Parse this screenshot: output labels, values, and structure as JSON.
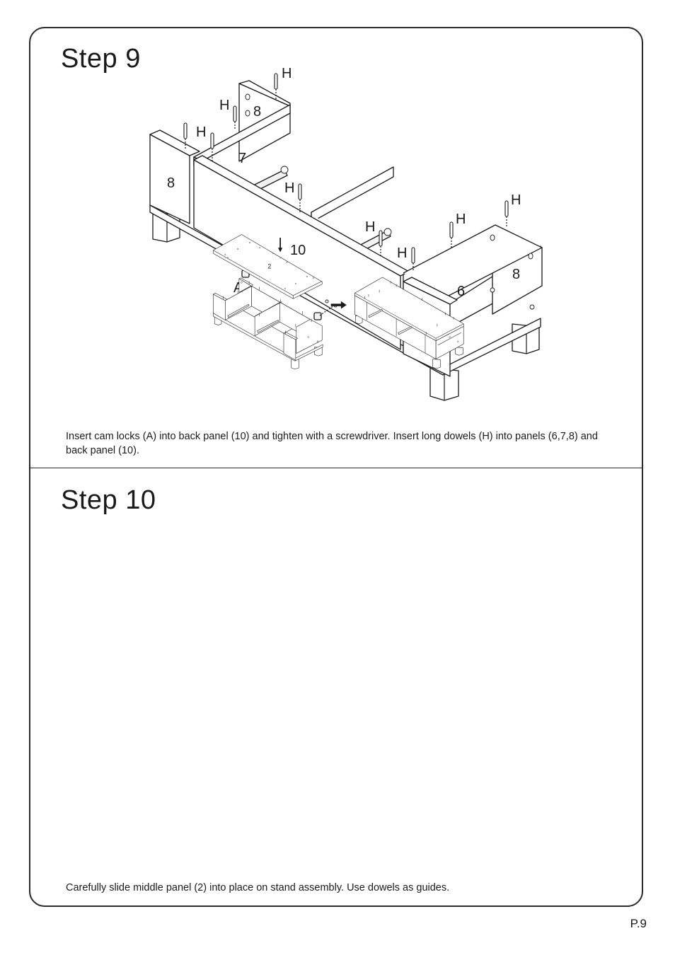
{
  "step9": {
    "title": "Step  9",
    "caption": "Insert cam locks (A) into back panel (10) and tighten with a screwdriver. Insert long dowels (H) into panels (6,7,8) and back panel (10).",
    "labels": {
      "panel_8_left": "8",
      "panel_8_top": "8",
      "panel_7": "7",
      "panel_10": "10",
      "panel_6": "6",
      "panel_8_right_inner": "8",
      "panel_8_right_front": "8",
      "dowel": "H",
      "cam_lock": "A"
    }
  },
  "step10": {
    "title": "Step  10",
    "caption": "Carefully slide middle panel (2) into place on stand assembly. Use dowels as guides.",
    "labels": {
      "panel_2": "2"
    }
  },
  "page_number": "P.9"
}
